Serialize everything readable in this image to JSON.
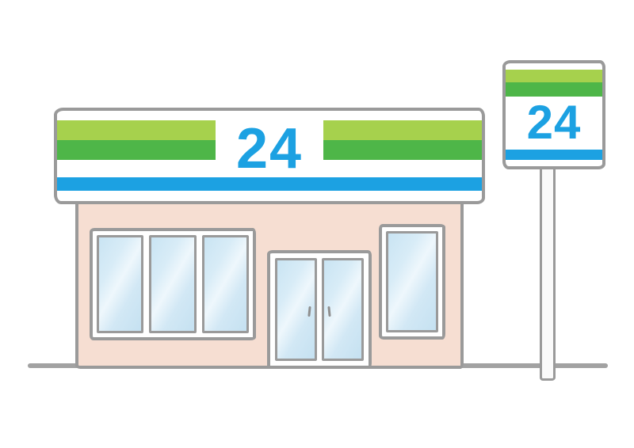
{
  "scene": {
    "description": "Illustration of a 24-hour convenience store building with a striped storefront sign and a matching pole sign",
    "store_sign": {
      "label": "24"
    },
    "pole_sign": {
      "label": "24"
    },
    "colors": {
      "stripe_light_green": "#a6d14d",
      "stripe_green": "#4eb648",
      "stripe_blue": "#1ca1e2",
      "sign_text_blue": "#1ca1e2",
      "wall_pink": "#f6ded2",
      "window_glass_blue": "#cfe8f5",
      "outline_gray": "#9a9a9a"
    }
  }
}
